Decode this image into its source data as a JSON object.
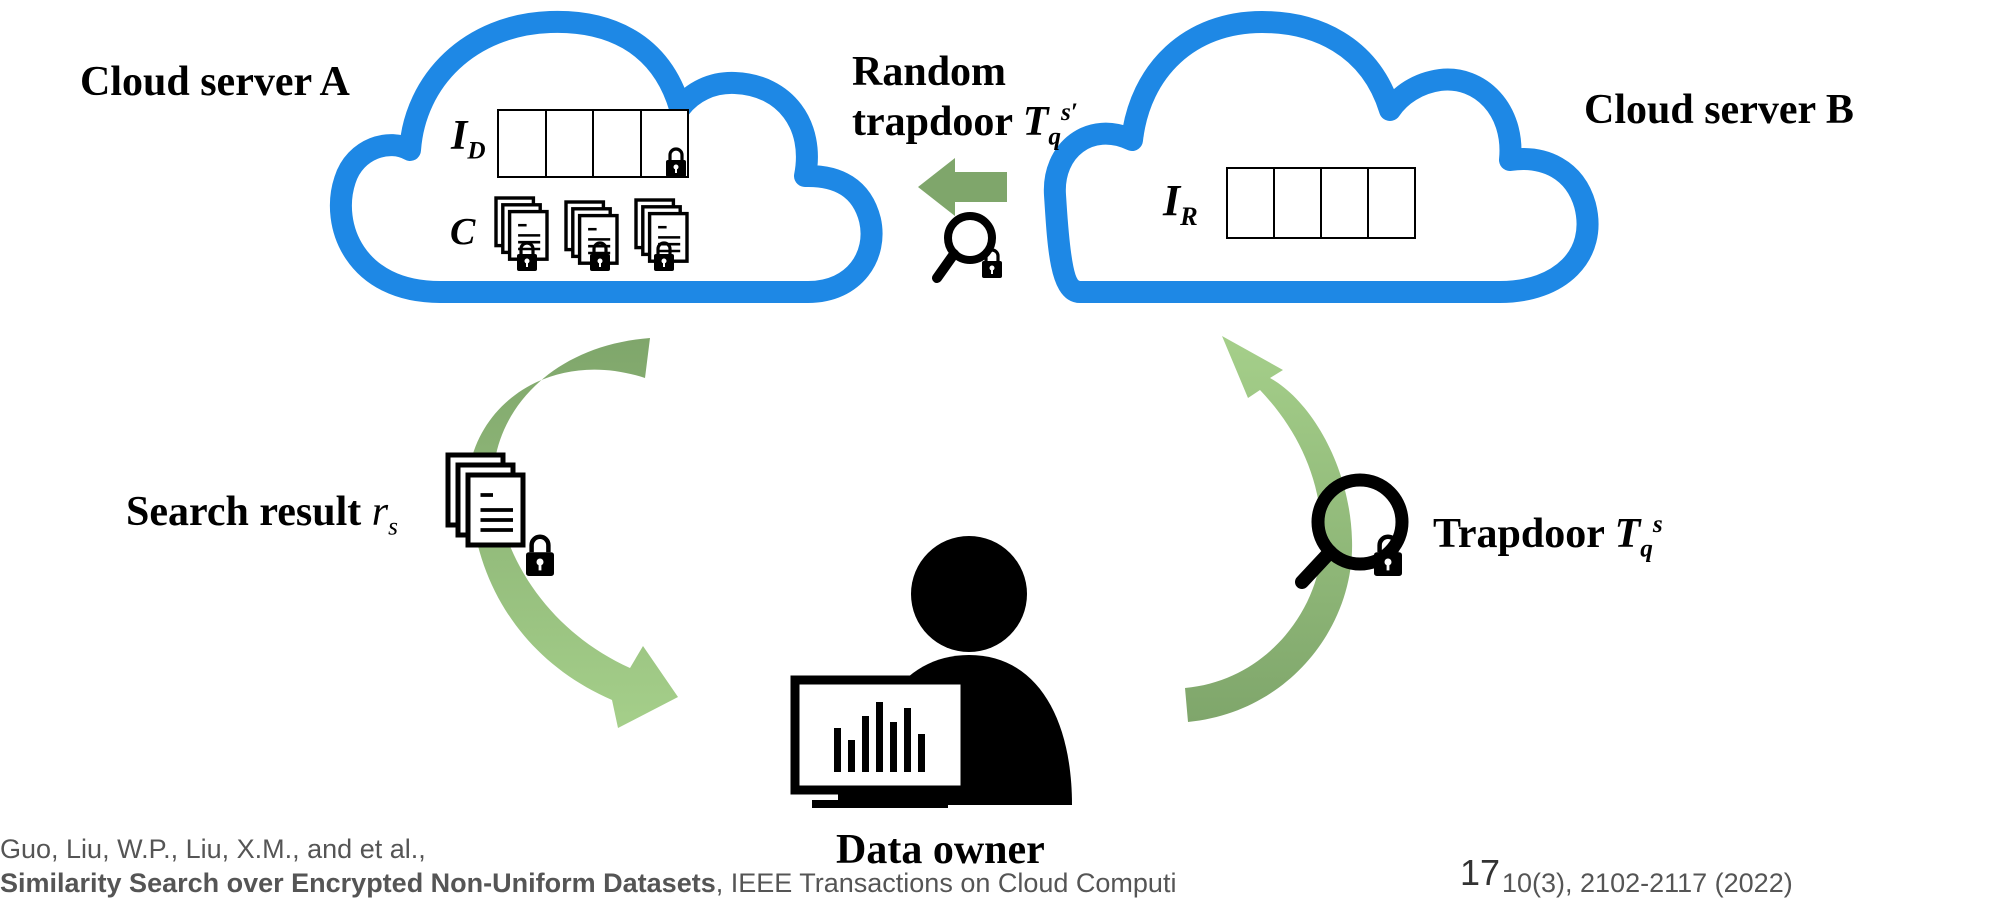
{
  "labels": {
    "cloud_a": "Cloud server A",
    "cloud_b": "Cloud server B",
    "random_trapdoor_line1": "Random",
    "random_trapdoor_line2": "trapdoor ",
    "random_trapdoor_symbol": "T",
    "random_trapdoor_sup": "s′",
    "random_trapdoor_sub": "q",
    "index_d_symbol": "I",
    "index_d_sub": "D",
    "ciphertext_symbol": "C",
    "index_r_symbol": "I",
    "index_r_sub": "R",
    "search_result_text": "Search result ",
    "search_result_symbol": "r",
    "search_result_sub": "s",
    "trapdoor_text": "Trapdoor ",
    "trapdoor_symbol": "T",
    "trapdoor_sup": "s",
    "trapdoor_sub": "q",
    "data_owner": "Data owner"
  },
  "citation": {
    "line1": "Guo, Liu, W.P., Liu, X.M., and et al.,",
    "line2_bold": "Similarity Search over Encrypted Non-Uniform Datasets",
    "line2_rest": ", IEEE Transactions on Cloud Computi",
    "line2_tail": "10(3), 2102-2117 (2022)"
  },
  "page_number": "17",
  "colors": {
    "cloud_outline": "#1e88e5",
    "arrow_dark_green": "#7fa66b",
    "arrow_light_green": "#a5cf8a",
    "icon": "#000000"
  },
  "icons": [
    "lock-icon",
    "document-stack-icon",
    "magnifier-icon",
    "person-icon",
    "monitor-chart-icon"
  ]
}
